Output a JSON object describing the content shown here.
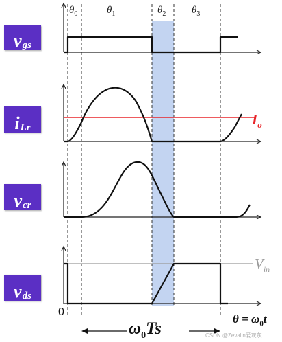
{
  "colors": {
    "label_bg": "#5b2fc4",
    "io_line": "#e8252a",
    "highlight": "#b8cdee",
    "waveform": "#111111",
    "vin_line": "#9a9a9a"
  },
  "intervals": [
    {
      "symbol": "θ",
      "sub": "0"
    },
    {
      "symbol": "θ",
      "sub": "1"
    },
    {
      "symbol": "θ",
      "sub": "2"
    },
    {
      "symbol": "θ",
      "sub": "3"
    }
  ],
  "signals": {
    "vgs": {
      "main": "v",
      "sub": "gs"
    },
    "ilr": {
      "main": "i",
      "sub": "Lr"
    },
    "vcr": {
      "main": "v",
      "sub": "cr"
    },
    "vds": {
      "main": "v",
      "sub": "ds"
    }
  },
  "levels": {
    "io": {
      "main": "I",
      "sub": "o"
    },
    "vin": {
      "main": "V",
      "sub": "in"
    }
  },
  "origin_label": "0",
  "theta_definition": {
    "lhs": "θ = ω",
    "sub": "0",
    "rhs": "t"
  },
  "period": {
    "main": "ω",
    "sub": "0",
    "rest": "Ts"
  },
  "watermark": "CSDN @Zevalin爱灰灰"
}
